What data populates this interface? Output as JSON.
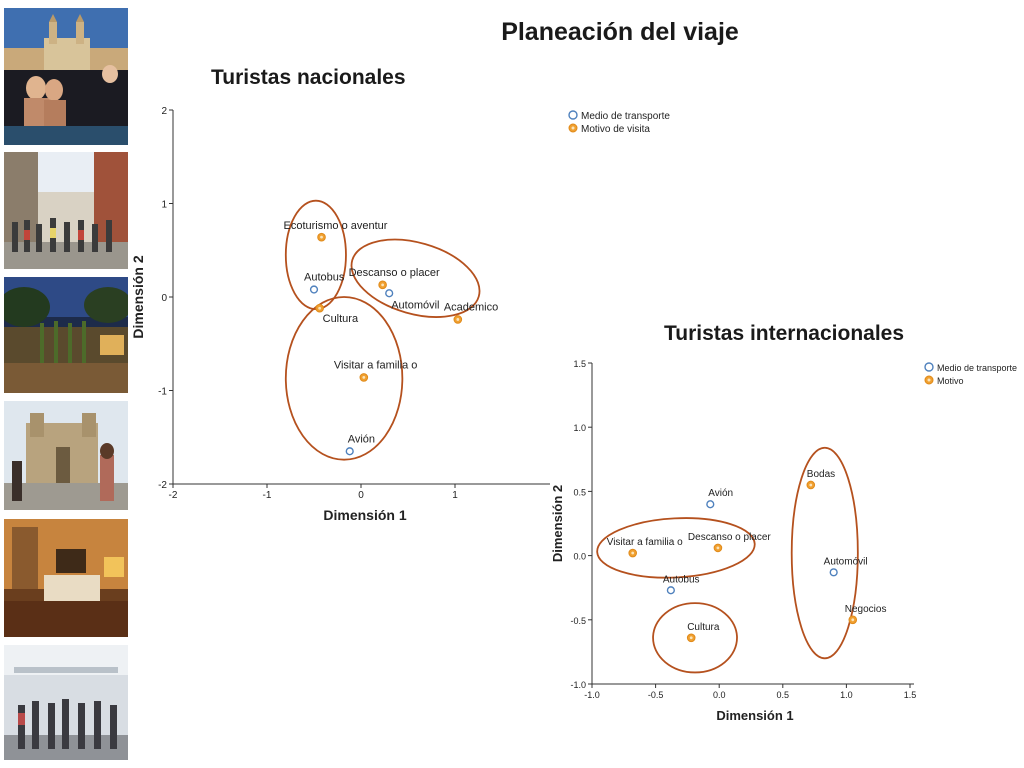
{
  "slide": {
    "title": "Planeación del viaje",
    "sections": [
      "Turistas nacionales",
      "Turistas internacionales"
    ]
  },
  "photos": [
    {
      "name": "photo-pool-cathedral"
    },
    {
      "name": "photo-street-crowd"
    },
    {
      "name": "photo-night-garden"
    },
    {
      "name": "photo-church-plaza"
    },
    {
      "name": "photo-hotel-room"
    },
    {
      "name": "photo-airport"
    }
  ],
  "colors": {
    "transport": "#4f81bd",
    "motive": "#f0a030",
    "ellipse": "#b5511e"
  },
  "chart_data": [
    {
      "type": "scatter",
      "title": "Turistas nacionales",
      "xlabel": "Dimensión 1",
      "ylabel": "Dimensión 2",
      "xlim": [
        -2,
        2
      ],
      "ylim": [
        -2,
        2
      ],
      "xticks": [
        -2,
        -1,
        0,
        1
      ],
      "yticks": [
        2,
        1,
        0,
        -1,
        -2
      ],
      "legend_position": "top-right",
      "grid": false,
      "series": [
        {
          "name": "Medio de transporte",
          "marker": "open-circle",
          "points": [
            {
              "label": "Autobus",
              "x": -0.5,
              "y": 0.08
            },
            {
              "label": "Automóvil",
              "x": 0.3,
              "y": 0.04
            },
            {
              "label": "Avión",
              "x": -0.12,
              "y": -1.65
            }
          ]
        },
        {
          "name": "Motivo de visita",
          "marker": "filled-circle",
          "points": [
            {
              "label": "Ecoturismo o aventur",
              "x": -0.42,
              "y": 0.64
            },
            {
              "label": "Descanso o placer",
              "x": 0.23,
              "y": 0.13
            },
            {
              "label": "Academico",
              "x": 1.03,
              "y": -0.24
            },
            {
              "label": "Cultura",
              "x": -0.44,
              "y": -0.12
            },
            {
              "label": "Visitar a familia o",
              "x": 0.03,
              "y": -0.86
            }
          ]
        }
      ]
    },
    {
      "type": "scatter",
      "title": "Turistas internacionales",
      "xlabel": "Dimensión 1",
      "ylabel": "Dimensión 2",
      "xlim": [
        -1.0,
        1.5
      ],
      "ylim": [
        -1.0,
        1.5
      ],
      "xticks": [
        "-1.0",
        "-0.5",
        "0.0",
        "0.5",
        "1.0",
        "1.5"
      ],
      "yticks": [
        "1.5",
        "1.0",
        "0.5",
        "0.0",
        "-0.5",
        "-1.0"
      ],
      "legend_position": "top-right",
      "grid": false,
      "series": [
        {
          "name": "Medio de transporte",
          "marker": "open-circle",
          "points": [
            {
              "label": "Avión",
              "x": -0.07,
              "y": 0.4
            },
            {
              "label": "Autobus",
              "x": -0.38,
              "y": -0.27
            },
            {
              "label": "Automóvil",
              "x": 0.9,
              "y": -0.13
            }
          ]
        },
        {
          "name": "Motivo",
          "marker": "filled-circle",
          "points": [
            {
              "label": "Visitar a familia o",
              "x": -0.68,
              "y": 0.02
            },
            {
              "label": "Descanso o placer",
              "x": -0.01,
              "y": 0.06
            },
            {
              "label": "Bodas",
              "x": 0.72,
              "y": 0.55
            },
            {
              "label": "Negocios",
              "x": 1.05,
              "y": -0.5
            },
            {
              "label": "Cultura",
              "x": -0.22,
              "y": -0.64
            }
          ]
        }
      ]
    }
  ]
}
